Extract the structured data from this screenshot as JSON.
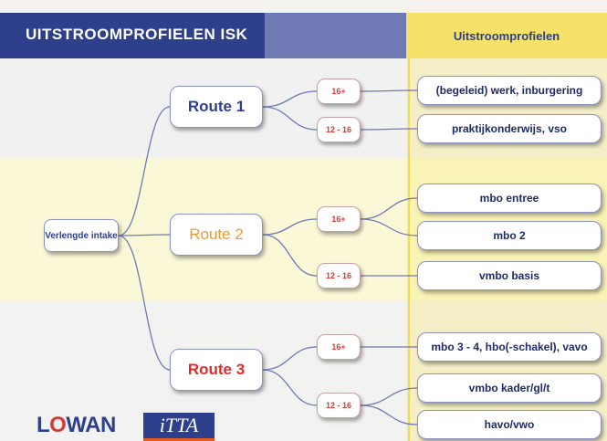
{
  "header": {
    "title": "UITSTROOMPROFIELEN ISK",
    "profiles_title": "Uitstroomprofielen"
  },
  "intake": {
    "label": "Verlengde intake"
  },
  "routes": [
    {
      "label": "Route 1",
      "color": "#2e3f8c",
      "ages": [
        {
          "label": "16+",
          "profiles": [
            "(begeleid) werk, inburgering"
          ]
        },
        {
          "label": "12 - 16",
          "profiles": [
            "praktijkonderwijs, vso"
          ]
        }
      ]
    },
    {
      "label": "Route 2",
      "color": "#f29a30",
      "ages": [
        {
          "label": "16+",
          "profiles": [
            "mbo entree",
            "mbo 2"
          ]
        },
        {
          "label": "12 - 16",
          "profiles": [
            "vmbo basis"
          ]
        }
      ]
    },
    {
      "label": "Route 3",
      "color": "#e32a2a",
      "ages": [
        {
          "label": "16+",
          "profiles": [
            "mbo 3 - 4, hbo(-schakel), vavo"
          ]
        },
        {
          "label": "12 - 16",
          "profiles": [
            "vmbo kader/gl/t",
            "havo/vwo"
          ]
        }
      ]
    }
  ],
  "logos": {
    "lowan": "LOWAN",
    "itta": "iTTA"
  },
  "colors": {
    "header_blue": "#2e3f8c",
    "header_yellow": "#f6e16a",
    "connector": "#6f79b3"
  }
}
